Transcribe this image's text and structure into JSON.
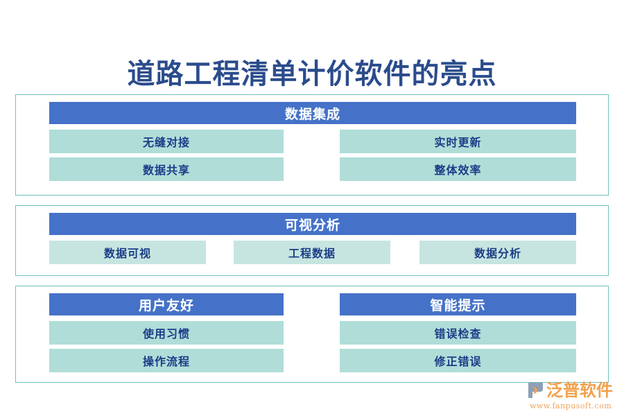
{
  "page": {
    "title": "道路工程清单计价软件的亮点",
    "title_color": "#2b4c8c",
    "background": "#ffffff"
  },
  "theme": {
    "header_blue": "#4572c8",
    "cell_teal": "#b0ddd8",
    "cell_teal_light": "#c7e5e0",
    "border_teal": "#6fc0b6",
    "cell_text": "#1b3d87",
    "header_text": "#ffffff",
    "logo_orange": "#f2a04b"
  },
  "sections": [
    {
      "id": "section-1",
      "header": "数据集成",
      "layout": "two-column",
      "cells": [
        {
          "label": "无缝对接",
          "column": "left",
          "row": 1
        },
        {
          "label": "实时更新",
          "column": "right",
          "row": 1
        },
        {
          "label": "数据共享",
          "column": "left",
          "row": 2
        },
        {
          "label": "整体效率",
          "column": "right",
          "row": 2
        }
      ]
    },
    {
      "id": "section-2",
      "header": "可视分析",
      "layout": "three-column",
      "cells": [
        {
          "label": "数据可视",
          "column": "left",
          "row": 1
        },
        {
          "label": "工程数据",
          "column": "center",
          "row": 1
        },
        {
          "label": "数据分析",
          "column": "right",
          "row": 1
        }
      ]
    },
    {
      "id": "section-3",
      "layout": "two-group",
      "groups": [
        {
          "header": "用户友好",
          "cells": [
            {
              "label": "使用习惯"
            },
            {
              "label": "操作流程"
            }
          ]
        },
        {
          "header": "智能提示",
          "cells": [
            {
              "label": "错误检查"
            },
            {
              "label": "修正错误"
            }
          ]
        }
      ]
    }
  ],
  "logo": {
    "brand": "泛普软件",
    "url": "www.fanpusoft.com"
  }
}
